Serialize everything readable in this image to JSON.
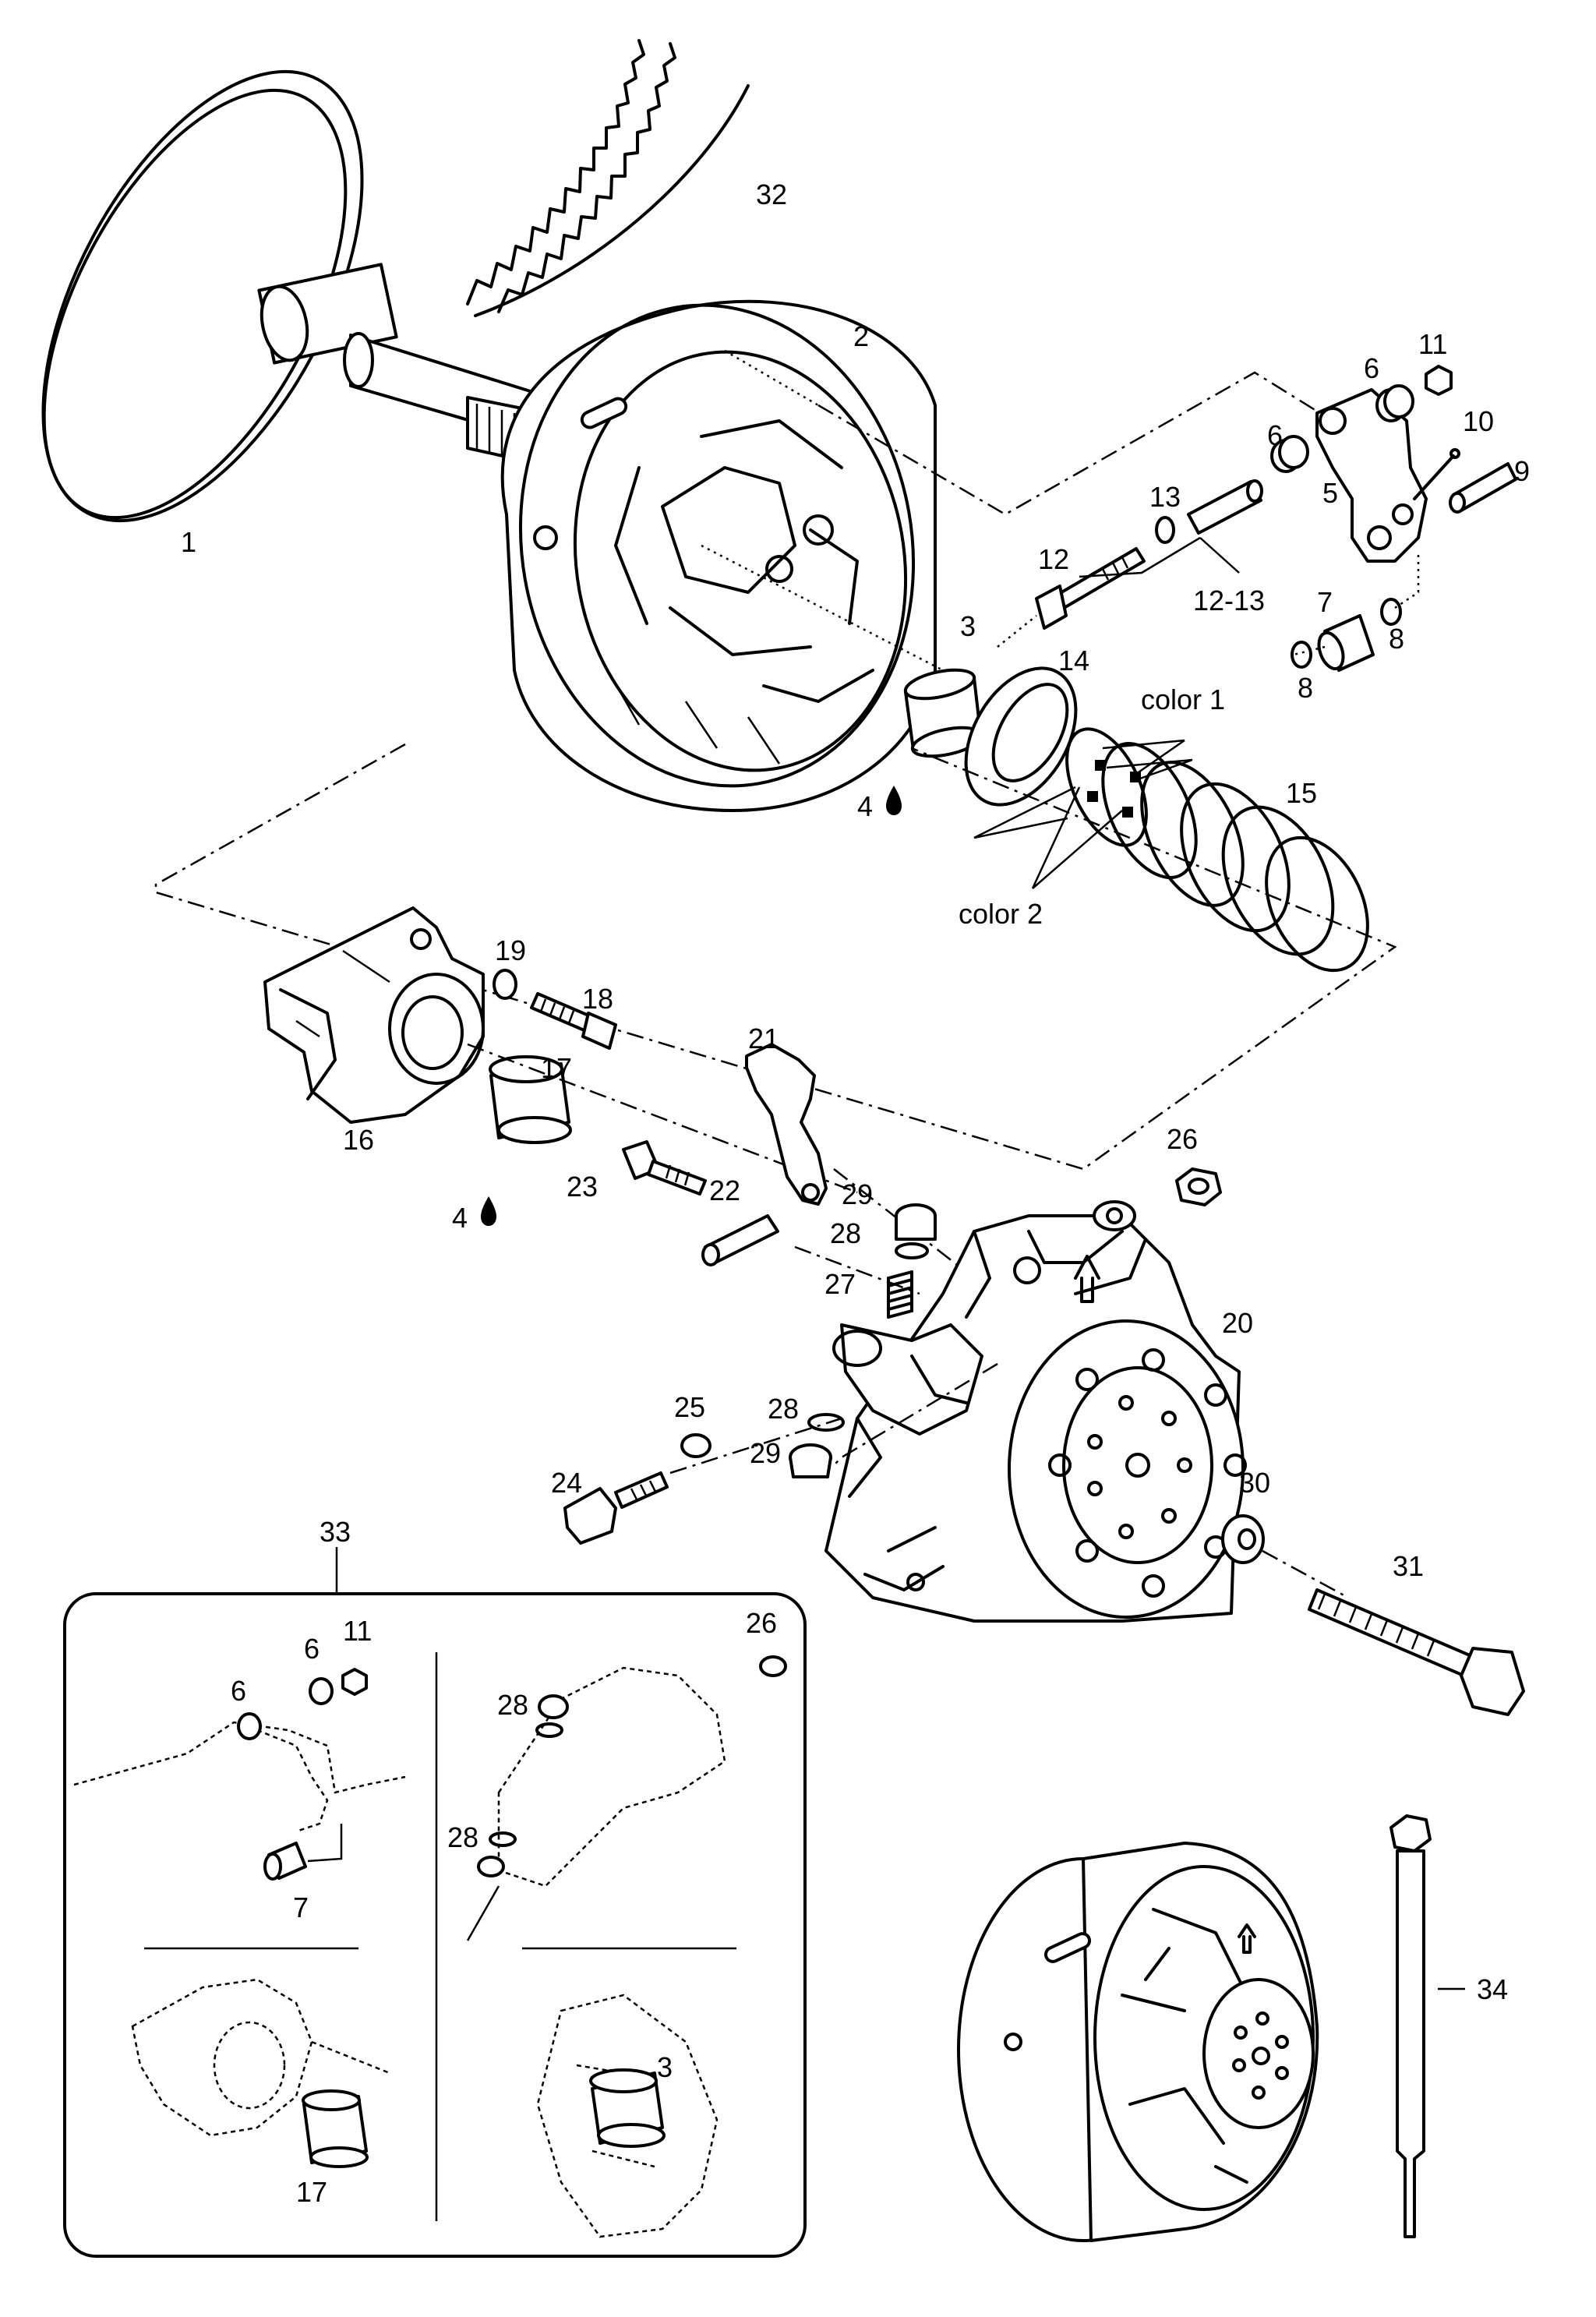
{
  "callouts": {
    "p1": "1",
    "p2": "2",
    "p3": "3",
    "p4a": "4",
    "p4b": "4",
    "p5": "5",
    "p6a": "6",
    "p6b": "6",
    "p7": "7",
    "p8a": "8",
    "p8b": "8",
    "p9": "9",
    "p10": "10",
    "p11": "11",
    "p12": "12",
    "p12_13": "12-13",
    "p13": "13",
    "p14": "14",
    "p15": "15",
    "p16": "16",
    "p17": "17",
    "p18": "18",
    "p19": "19",
    "p20": "20",
    "p21": "21",
    "p22": "22",
    "p23": "23",
    "p24": "24",
    "p25": "25",
    "p26": "26",
    "p27": "27",
    "p28a": "28",
    "p28b": "28",
    "p29a": "29",
    "p29b": "29",
    "p30": "30",
    "p31": "31",
    "p32": "32",
    "p33": "33",
    "p34": "34",
    "color1": "color 1",
    "color2": "color 2"
  },
  "inset": {
    "p6a": "6",
    "p6b": "6",
    "p11": "11",
    "p7": "7",
    "p26": "26",
    "p28a": "28",
    "p28b": "28",
    "p17": "17",
    "p3": "3"
  },
  "icons": {
    "lubricant": "oil-drop-icon",
    "direction": "arrow-up-icon"
  }
}
